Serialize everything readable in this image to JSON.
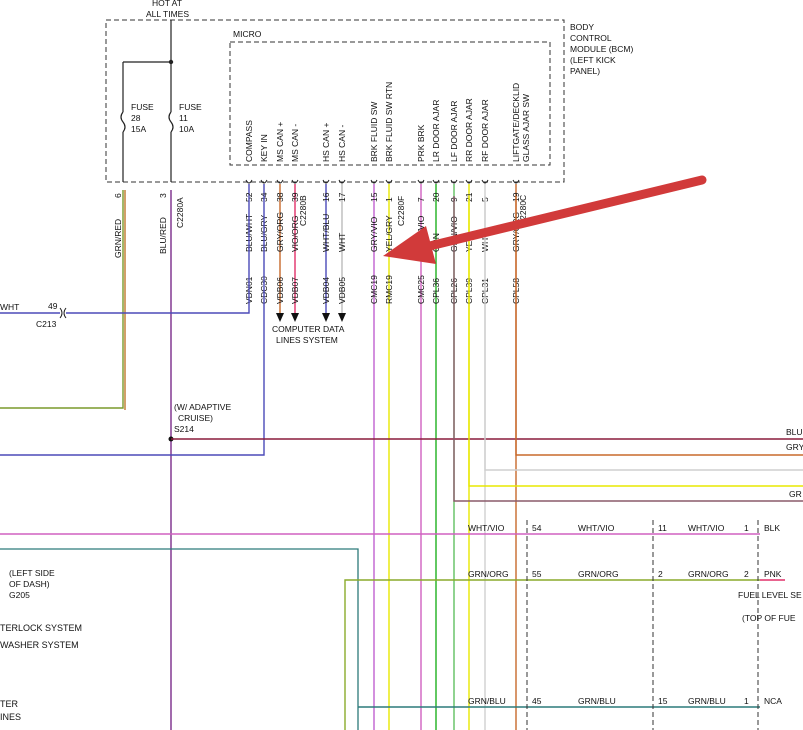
{
  "power": {
    "hot_line1": "HOT AT",
    "hot_line2": "ALL TIMES"
  },
  "bcm": {
    "line1": "BODY",
    "line2": "CONTROL",
    "line3": "MODULE (BCM)",
    "line4": "(LEFT KICK",
    "line5": "PANEL)"
  },
  "micro": {
    "label": "MICRO"
  },
  "fuses": [
    {
      "label": "FUSE",
      "num": "28",
      "amp": "15A"
    },
    {
      "label": "FUSE",
      "num": "11",
      "amp": "10A"
    }
  ],
  "pins": [
    {
      "func": "COMPASS",
      "pin": "52",
      "color": "BLU/WHT",
      "circuit": "VDN01"
    },
    {
      "func": "KEY IN",
      "pin": "34",
      "color": "BLU/GRY",
      "circuit": "CDC30"
    },
    {
      "func": "MS CAN +",
      "pin": "38",
      "color": "GRY/ORG",
      "circuit": "VDB06"
    },
    {
      "func": "MS CAN -",
      "pin": "39",
      "color": "VIO/ORG",
      "circuit": "VDB07"
    },
    {
      "func": "HS CAN +",
      "pin": "16",
      "color": "WHT/BLU",
      "circuit": "VDB04"
    },
    {
      "func": "HS CAN -",
      "pin": "17",
      "color": "WHT",
      "circuit": "VDB05"
    },
    {
      "func": "BRK FLUID SW",
      "pin": "15",
      "color": "GRY/VIO",
      "circuit": "CMC19"
    },
    {
      "func": "BRK FLUID SW RTN",
      "pin": "1",
      "color": "YEL/GRY",
      "circuit": "RMC19"
    },
    {
      "func": "PRK BRK",
      "pin": "7",
      "color": "WHT/VIO",
      "circuit": "CMC25"
    },
    {
      "func": "LR DOOR AJAR",
      "pin": "20",
      "color": "GRN",
      "circuit": "CPL36"
    },
    {
      "func": "LF DOOR AJAR",
      "pin": "9",
      "color": "GRN/VIO",
      "circuit": "CPL26"
    },
    {
      "func": "RR DOOR AJAR",
      "pin": "21",
      "color": "YEL",
      "circuit": "CPL39"
    },
    {
      "func": "RF DOOR AJAR",
      "pin": "5",
      "color": "WHT",
      "circuit": "CPL31"
    },
    {
      "func": "LIFTGATE/DECKLID",
      "func2": "GLASS AJAR SW",
      "pin": "19",
      "color": "GRY/ORG",
      "circuit": "CPL58"
    }
  ],
  "left_wires": [
    {
      "pin": "6",
      "color": "GRN/RED"
    },
    {
      "pin": "3",
      "color": "BLU/RED"
    }
  ],
  "connectors": {
    "c2280a": "C2280A",
    "c2280b": "C2280B",
    "c2280f": "C2280F",
    "c2280c": "C2280C",
    "c213": "C213",
    "c213_pin": "49",
    "c213_color": "WHT"
  },
  "computer_data": {
    "line1": "COMPUTER DATA",
    "line2": "LINES SYSTEM"
  },
  "splice": {
    "line1": "(W/ ADAPTIVE",
    "line2": "CRUISE)",
    "name": "S214"
  },
  "right_labels": {
    "blu": "BLU",
    "gry": "GRY",
    "gr": "GR"
  },
  "lower_rows": [
    {
      "c1": "WHT/VIO",
      "p1": "54",
      "c2": "WHT/VIO",
      "p2": "11",
      "c3": "WHT/VIO",
      "p3": "1",
      "end": "BLK"
    },
    {
      "c1": "GRN/ORG",
      "p1": "55",
      "c2": "GRN/ORG",
      "p2": "2",
      "c3": "GRN/ORG",
      "p3": "2",
      "end": "PNK"
    },
    {
      "c1": "GRN/BLU",
      "p1": "45",
      "c2": "GRN/BLU",
      "p2": "15",
      "c3": "GRN/BLU",
      "p3": "1",
      "end": "NCA"
    }
  ],
  "fuel": {
    "line1": "FUEL LEVEL SE",
    "line2": "(TOP OF FUE"
  },
  "left_notes": {
    "ground1": "(LEFT SIDE",
    "ground2": "OF DASH)",
    "ground3": "G205",
    "interlock": "TERLOCK SYSTEM",
    "washer": "WASHER SYSTEM",
    "ter": "TER",
    "ines": "INES"
  }
}
